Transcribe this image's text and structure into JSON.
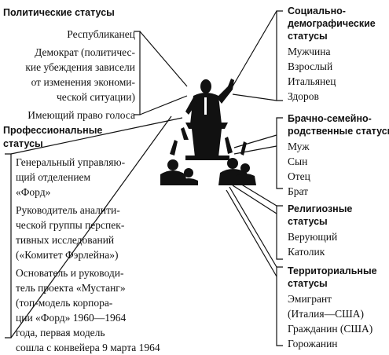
{
  "left": {
    "political": {
      "title": "Политические статусы",
      "items": [
        "Республиканец",
        "Демократ (политичес-",
        "кие убеждения зависели",
        "от изменения экономи-",
        "ческой ситуации)",
        "Имеющий право голоса"
      ]
    },
    "professional": {
      "title": [
        "Профессиональные",
        "статусы"
      ],
      "items": [
        "Генеральный управляю-",
        "щий отделением",
        "«Форд»",
        "Руководитель аналити-",
        "ческой группы перспек-",
        "тивных исследований",
        "(«Комитет Фэрлейна»)",
        "Основатель и руководи-",
        "тель проекта «Мустанг»",
        "(топ-модель корпора-",
        "ции «Форд» 1960—1964",
        "года, первая модель",
        "сошла с конвейера 9",
        "марта 1964"
      ]
    }
  },
  "right": {
    "sociodemographic": {
      "title": [
        "Социально-",
        "демографические",
        "статусы"
      ],
      "items": [
        "Мужчина",
        "Взрослый",
        "Итальянец",
        "Здоров"
      ]
    },
    "family": {
      "title": [
        "Брачно-семейно-",
        "родственные статусы"
      ],
      "items": [
        "Муж",
        "Сын",
        "Отец",
        "Брат"
      ]
    },
    "religious": {
      "title": [
        "Религиозные",
        "статусы"
      ],
      "items": [
        "Верующий",
        "Католик"
      ]
    },
    "territorial": {
      "title": [
        "Территориальные",
        "статусы"
      ],
      "items": [
        "Эмигрант",
        "(Италия—США)",
        "Гражданин (США)",
        "Горожанин"
      ]
    }
  }
}
